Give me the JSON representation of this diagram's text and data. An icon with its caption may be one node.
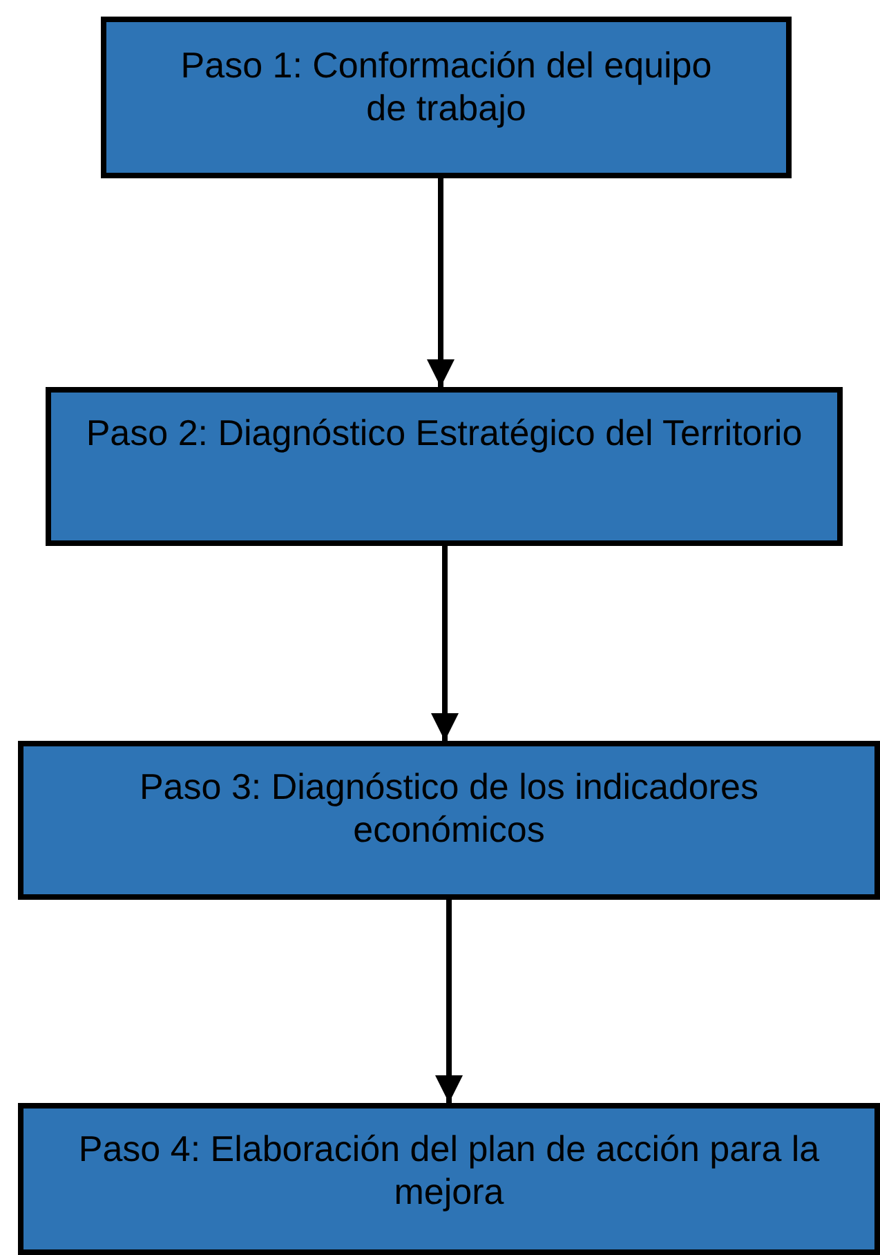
{
  "diagram": {
    "nodes": [
      {
        "text": [
          "Paso 1: Conformación del equipo de trabajo"
        ]
      },
      {
        "text": [
          "Paso 2: Diagnóstico Estratégico del Territorio"
        ]
      },
      {
        "text": [
          "Paso 3: Diagnóstico de los indicadores económicos"
        ]
      },
      {
        "text": [
          "Paso 4: Elaboración del plan de acción para la mejora"
        ]
      }
    ],
    "edges": [
      {
        "from": 0,
        "to": 1,
        "arrow": "to"
      },
      {
        "from": 1,
        "to": 2,
        "arrow": "to"
      },
      {
        "from": 2,
        "to": 3,
        "arrow": "to"
      }
    ]
  }
}
